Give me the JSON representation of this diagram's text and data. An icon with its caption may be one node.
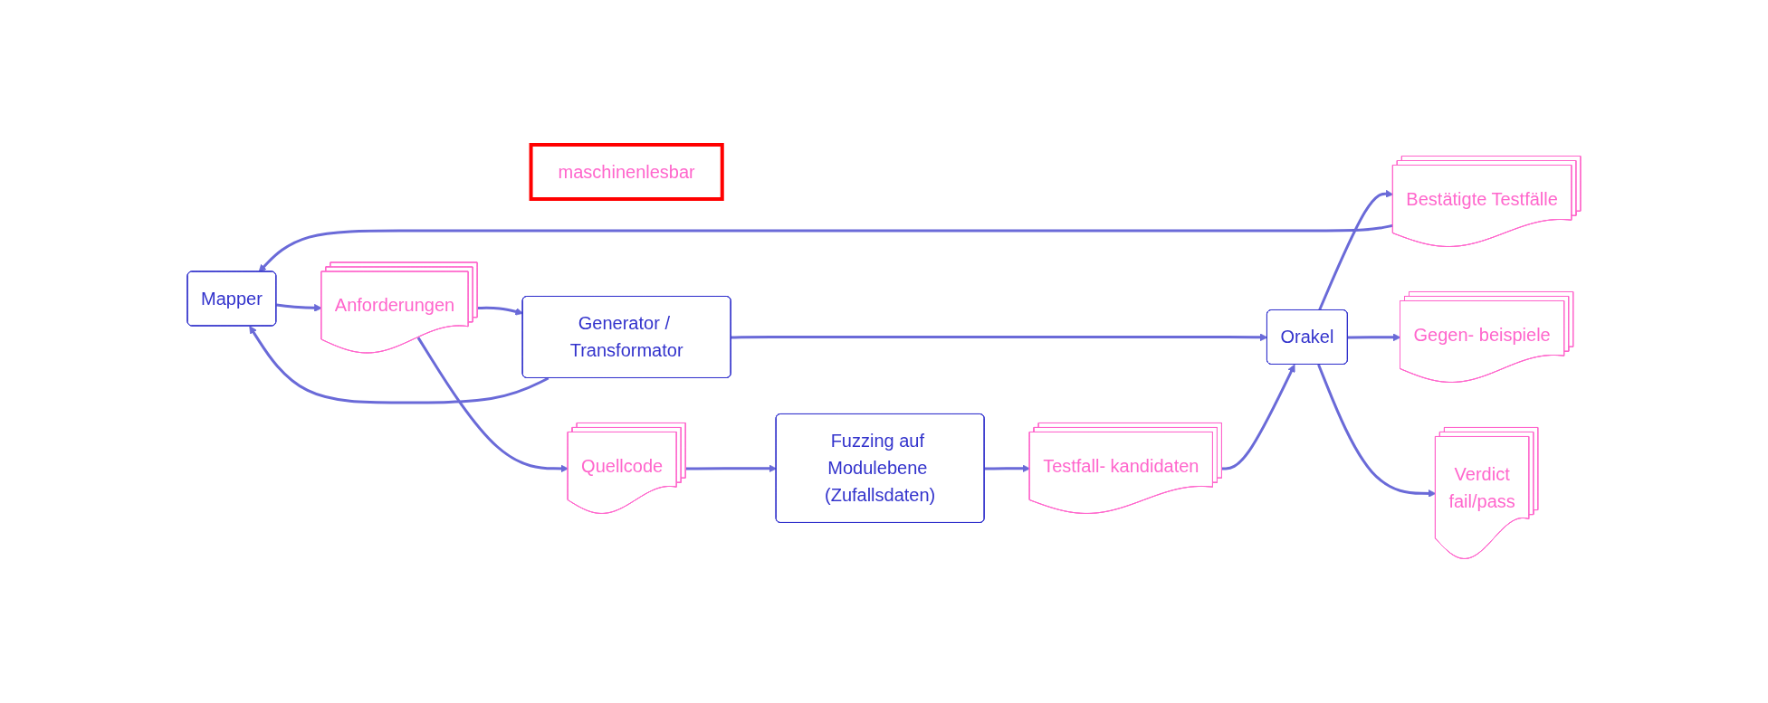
{
  "diagram": {
    "nodes": [
      {
        "text": [
          "Mapper"
        ]
      },
      {
        "text": [
          "Bestätigte Testfälle"
        ]
      },
      {
        "text": [
          "Gegen- beispiele"
        ]
      },
      {
        "text": [
          "Anforderungen"
        ]
      },
      {
        "text": [
          "maschinenlesbar"
        ]
      },
      {
        "text": [
          "Generator / Transformator"
        ]
      },
      {
        "text": [
          "Orakel"
        ]
      },
      {
        "text": [
          "Verdict",
          "fail/pass"
        ]
      },
      {
        "text": [
          "Quellcode"
        ]
      },
      {
        "text": [
          "Fuzzing auf Modulebene (Zufallsdaten)"
        ]
      },
      {
        "text": [
          "Testfall- kandidaten"
        ]
      }
    ],
    "edges": [
      {
        "from": 1,
        "to": 0,
        "arrow": "to"
      },
      {
        "from": 0,
        "to": 3,
        "arrow": "to"
      },
      {
        "from": 3,
        "to": 5,
        "arrow": "to"
      },
      {
        "from": 5,
        "to": 0,
        "arrow": "to"
      },
      {
        "from": 5,
        "to": 6,
        "arrow": "to"
      },
      {
        "from": 6,
        "to": 1,
        "arrow": "to"
      },
      {
        "from": 6,
        "to": 2,
        "arrow": "to"
      },
      {
        "from": 6,
        "to": 7,
        "arrow": "to"
      },
      {
        "from": 3,
        "to": 8,
        "arrow": "to"
      },
      {
        "from": 8,
        "to": 9,
        "arrow": "to"
      },
      {
        "from": 9,
        "to": 10,
        "arrow": "to"
      },
      {
        "from": 10,
        "to": 6,
        "arrow": "to"
      }
    ]
  }
}
